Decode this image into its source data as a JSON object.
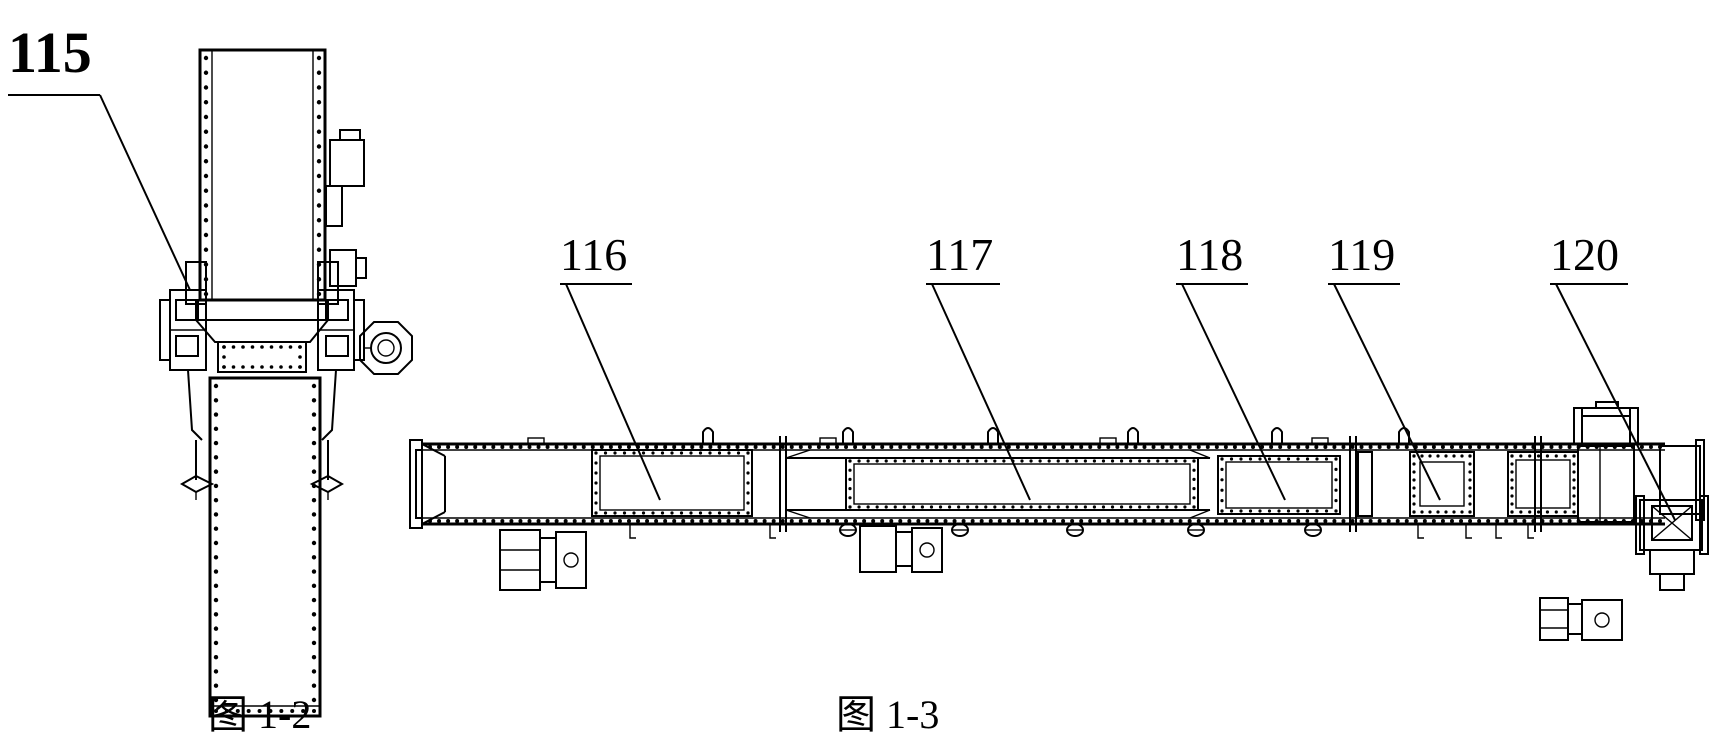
{
  "labels": {
    "l115": "115",
    "l116": "116",
    "l117": "117",
    "l118": "118",
    "l119": "119",
    "l120": "120"
  },
  "captions": {
    "fig2": "图 1-2",
    "fig3": "图 1-3"
  }
}
